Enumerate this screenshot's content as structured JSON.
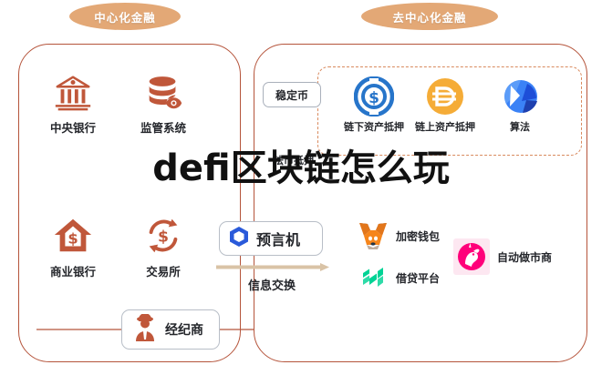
{
  "diagram": {
    "overlay_title": "defi区块链怎么玩",
    "panels": {
      "cefi": {
        "pill_label": "中心化金融"
      },
      "defi": {
        "pill_label": "去中心化金融"
      }
    },
    "cefi_items": [
      {
        "label": "中央银行",
        "icon": "bank-building-icon"
      },
      {
        "label": "监管系统",
        "icon": "database-eye-icon"
      },
      {
        "label": "商业银行",
        "icon": "house-dollar-icon"
      },
      {
        "label": "交易所",
        "icon": "exchange-arrows-dollar-icon"
      }
    ],
    "broker": {
      "label": "经纪商",
      "icon": "broker-person-icon"
    },
    "oracle": {
      "label": "预言机",
      "icon": "chainlink-hexagon-icon"
    },
    "bridge": {
      "label": "信息交换",
      "icon": "right-arrow-icon"
    },
    "stablecoin": {
      "tag": "稳定币",
      "subtitle": "法币抵押",
      "coins": [
        {
          "label": "链下资产抵押",
          "icon": "usdc-coin-icon",
          "color": "#2775ca"
        },
        {
          "label": "链上资产抵押",
          "icon": "dai-coin-icon",
          "color": "#f5ac37"
        },
        {
          "label": "算法",
          "icon": "algorithmic-stablecoin-icon",
          "color": "#2c6fe4"
        }
      ]
    },
    "defi_apps": [
      {
        "label": "加密钱包",
        "icon": "metamask-fox-icon",
        "color": "#e2761b"
      },
      {
        "label": "借贷平台",
        "icon": "compound-icon",
        "color": "#00d395"
      },
      {
        "label": "自动做市商",
        "icon": "uniswap-unicorn-icon",
        "color": "#ff007a"
      }
    ],
    "colors": {
      "panel_border": "#b5543b",
      "pill_bg": "#e3a876",
      "icon_orange": "#c0573a",
      "dashed_border": "#d98a5e",
      "arrow": "#d9c3a6"
    }
  }
}
